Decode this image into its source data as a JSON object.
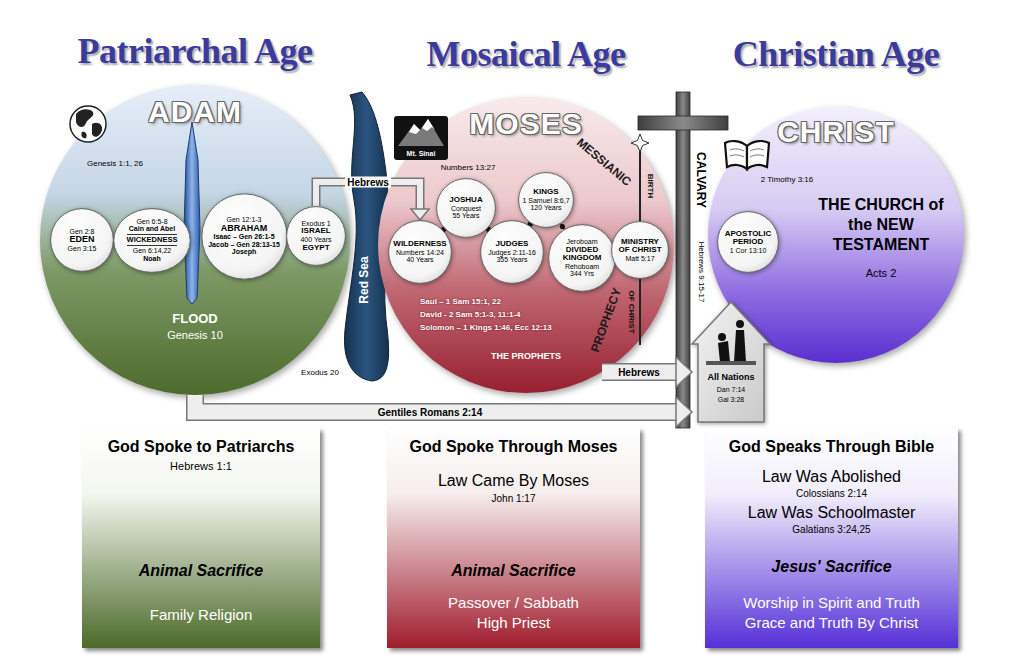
{
  "diagram": {
    "nodes": [
      {
        "text": [
          "Patriarchal Age",
          "ADAM",
          "Genesis 1:1, 26",
          "FLOOD",
          "Genesis 10"
        ]
      },
      {
        "text": [
          "Gen 2:8",
          "EDEN",
          "Gen 3:15"
        ],
        "in": 0
      },
      {
        "text": [
          "Gen 6:5-8",
          "Cain and Abel",
          "WICKEDNESS",
          "Gen 6:14,22",
          "Noah"
        ],
        "in": 0
      },
      {
        "text": [
          "Gen 12:1-3",
          "ABRAHAM",
          "Isaac – Gen 26:1-5",
          "Jacob – Gen 28:13-15",
          "Joseph"
        ],
        "in": 0
      },
      {
        "text": [
          "Exodus 1",
          "ISRAEL",
          "400 Years",
          "EGYPT"
        ],
        "in": 0
      },
      {
        "text": [
          "Mosaical Age",
          "MOSES",
          "Numbers 13:27",
          "Saul – 1 Sam 15:1, 22",
          "David - 2 Sam 5:1-3, 11:1-4",
          "Solomon – 1 Kings 1:46, Ecc 12:13",
          "THE PROPHETS"
        ]
      },
      {
        "text": [
          "WILDERNESS",
          "Numbers 14:24",
          "40 Years"
        ],
        "in": 5
      },
      {
        "text": [
          "JOSHUA",
          "Conquest",
          "55 Years"
        ],
        "in": 5
      },
      {
        "text": [
          "JUDGES",
          "Judges 2:11-16",
          "355 Years"
        ],
        "in": 5
      },
      {
        "text": [
          "KINGS",
          "1 Samuel 8:6,7",
          "120 Years"
        ],
        "in": 5
      },
      {
        "text": [
          "Jeroboam",
          "DIVIDED KINGDOM",
          "Rehoboam",
          "344 Yrs"
        ],
        "in": 5
      },
      {
        "text": [
          "MINISTRY OF CHRIST",
          "Matt 5:17"
        ],
        "in": 5
      },
      {
        "text": [
          "Christian Age",
          "CHRIST",
          "2 Timothy 3:16",
          "THE CHURCH of the NEW TESTAMENT",
          "Acts 2"
        ]
      },
      {
        "text": [
          "APOSTOLIC PERIOD",
          "1 Cor 13:10"
        ],
        "in": 12
      },
      {
        "text": [
          "All Nations",
          "Dan 7:14",
          "Gal 3:28"
        ]
      },
      {
        "text": [
          "God Spoke to Patriarchs",
          "Hebrews 1:1",
          "Animal Sacrifice",
          "Family Religion"
        ]
      },
      {
        "text": [
          "God Spoke Through Moses",
          "Law Came By Moses",
          "John 1:17",
          "Animal Sacrifice",
          "Passover / Sabbath",
          "High Priest"
        ]
      },
      {
        "text": [
          "God Speaks Through Bible",
          "Law Was Abolished",
          "Colossians 2:14",
          "Law Was Schoolmaster",
          "Galatians 3:24,25",
          "Jesus' Sacrifice",
          "Worship in Spirit and Truth",
          "Grace and Truth By Christ"
        ]
      }
    ],
    "edges": [
      {
        "from": 4,
        "to": 6,
        "label": "Hebrews",
        "arrow": "to"
      },
      {
        "from": 6,
        "to": 7,
        "arrow": "none"
      },
      {
        "from": 7,
        "to": 8,
        "arrow": "none"
      },
      {
        "from": 8,
        "to": 9,
        "arrow": "none"
      },
      {
        "from": 9,
        "to": 10,
        "arrow": "none"
      },
      {
        "from": 5,
        "to": 14,
        "label": "Hebrews",
        "arrow": "to"
      },
      {
        "from": 0,
        "to": 14,
        "label": "Gentiles Romans 2:14",
        "arrow": "to"
      }
    ],
    "labels": [
      "Mt. Sinai",
      "Red Sea",
      "Exodus 20",
      "MESSIANIC",
      "PROPHECY",
      "BIRTH",
      "OF CHRIST",
      "CALVARY",
      "Hebrews 9:15-17"
    ]
  }
}
